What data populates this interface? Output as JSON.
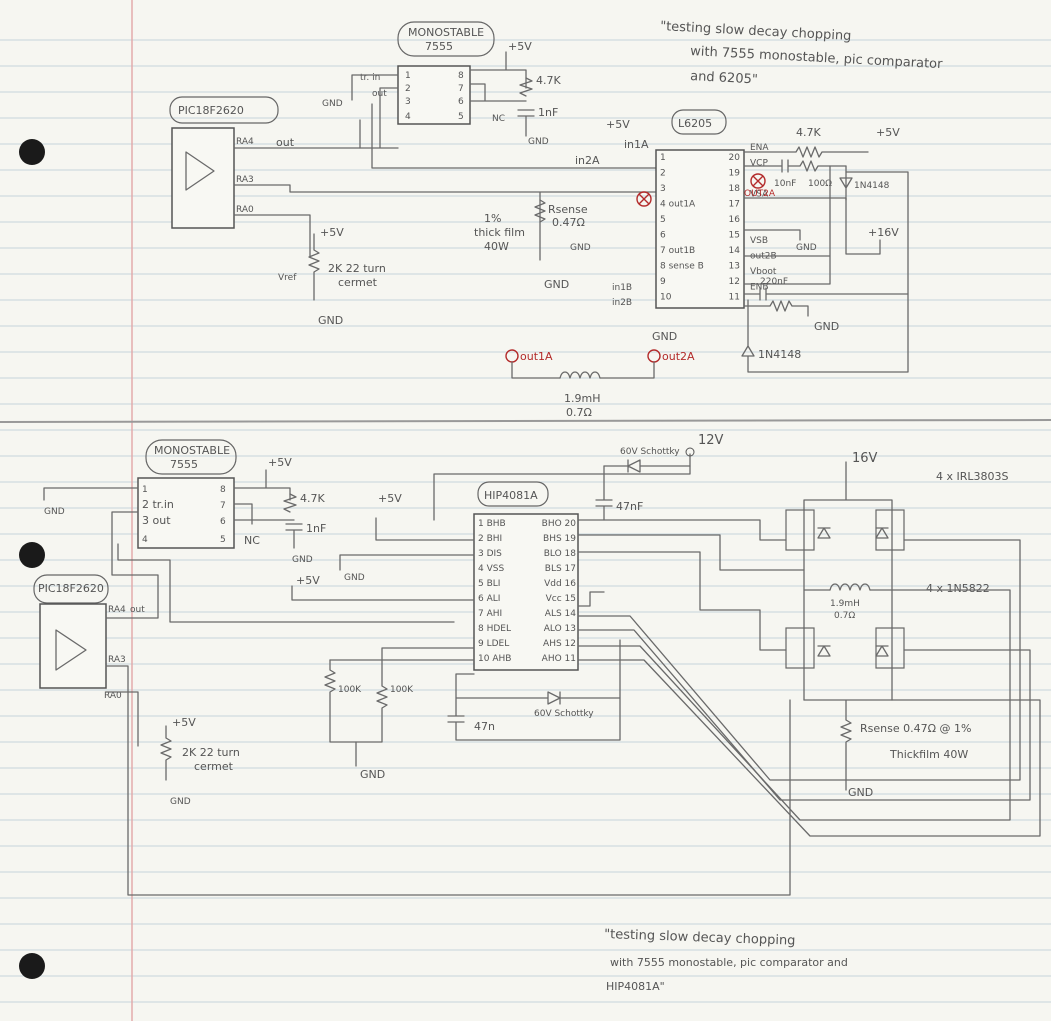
{
  "top": {
    "monostable_title": "MONOSTABLE",
    "monostable_part": "7555",
    "pic_label": "PIC18F2620",
    "driver_label": "L6205",
    "caption_line1": "\"testing slow decay chopping",
    "caption_line2": "with 7555 monostable, pic comparator",
    "caption_line3": "and 6205\"",
    "mono_pins": [
      "1",
      "2",
      "3",
      "4",
      "8",
      "7",
      "6",
      "5"
    ],
    "mono_pin_names": [
      "tr. in",
      "out",
      "NC"
    ],
    "pic_pins": [
      "RA4",
      "RA3",
      "RA0"
    ],
    "out_label": "out",
    "v5": "+5V",
    "v16": "+16V",
    "gnd": "GND",
    "r47k": "4.7K",
    "c1nf": "1nF",
    "in1a": "in1A",
    "in2a": "in2A",
    "in1b": "in1B",
    "in2b": "in2B",
    "rsense": "Rsense",
    "rsense_val": "0.47Ω",
    "thick1": "1%",
    "thick2": "thick film",
    "thick3": "40W",
    "pot": "2K 22 turn",
    "pot2": "cermet",
    "vref": "Vref",
    "l6205_left": [
      "1",
      "2",
      "3",
      "4 out1A",
      "5",
      "6",
      "7 out1B",
      "8 sense B",
      "9",
      "10"
    ],
    "l6205_right": [
      "20",
      "19",
      "18",
      "17",
      "16",
      "15",
      "14",
      "13",
      "12",
      "11"
    ],
    "l6205_right_names": [
      "ENA",
      "VCP",
      "OUT2A",
      "VSA",
      "",
      "",
      "VSB",
      "out2B",
      "Vboot",
      "ENB"
    ],
    "c10nf": "10nF",
    "r100": "100Ω",
    "c220": "220nF",
    "diode": "1N4148",
    "marker_out1a": "out1A",
    "marker_out2a": "out2A",
    "inductor_val": "1.9mH",
    "inductor_r": "0.7Ω"
  },
  "bottom": {
    "monostable_title": "MONOSTABLE",
    "monostable_part": "7555",
    "pic_label": "PIC18F2620",
    "driver_label": "HIP4081A",
    "mono_pin_names": [
      "1",
      "2 tr.in",
      "3 out",
      "4",
      "8",
      "7",
      "6",
      "5"
    ],
    "pic_pins": [
      "RA4",
      "out",
      "RA3",
      "RA0"
    ],
    "v5": "+5V",
    "v12": "12V",
    "v16": "16V",
    "gnd": "GND",
    "r47k": "4.7K",
    "c1nf": "1nF",
    "nc": "NC",
    "schottky": "60V Schottky",
    "c47nf": "47nF",
    "c47n": "47n",
    "hip_left": [
      "1 BHB",
      "2 BHI",
      "3 DIS",
      "4 VSS",
      "5 BLI",
      "6 ALI",
      "7 AHI",
      "8 HDEL",
      "9 LDEL",
      "10 AHB"
    ],
    "hip_right": [
      "BHO 20",
      "BHS 19",
      "BLO 18",
      "BLS 17",
      "Vdd 16",
      "Vcc 15",
      "ALS 14",
      "ALO 13",
      "AHS 12",
      "AHO 11"
    ],
    "r100k": "100K",
    "mosfets": "4 x IRL3803S",
    "diodes": "4 x 1N5822",
    "inductor_val": "1.9mH",
    "inductor_r": "0.7Ω",
    "rsense": "Rsense 0.47Ω @ 1%",
    "rsense2": "Thickfilm 40W",
    "pot": "2K 22 turn",
    "pot2": "cermet",
    "caption_line1": "\"testing slow decay chopping",
    "caption_line2": "with 7555 monostable, pic comparator and",
    "caption_line3": "HIP4081A\""
  }
}
